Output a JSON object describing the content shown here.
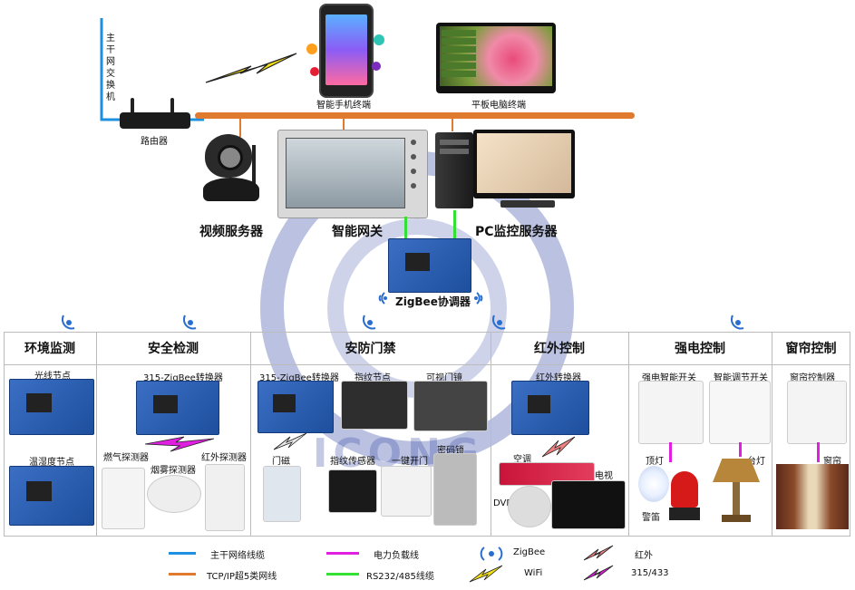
{
  "top": {
    "switch_label": "主干网交换机",
    "router": "路由器",
    "phone": "智能手机终端",
    "tablet": "平板电脑终端",
    "video_server": "视频服务器",
    "gateway": "智能网关",
    "pc_server": "PC监控服务器",
    "coordinator": "ZigBee协调器",
    "tablet_menu": [
      "",
      "",
      "",
      "",
      "",
      ""
    ]
  },
  "sections": [
    {
      "title": "环境监测"
    },
    {
      "title": "安全检测"
    },
    {
      "title": "安防门禁"
    },
    {
      "title": "红外控制"
    },
    {
      "title": "强电控制"
    },
    {
      "title": "窗帘控制"
    }
  ],
  "devices": {
    "light_node": "光线节点",
    "temp_node": "温湿度节点",
    "conv315_a": "315-ZigBee转换器",
    "gas": "燃气探测器",
    "smoke": "烟雾探测器",
    "ir_detector": "红外探测器",
    "conv315_b": "315-ZigBee转换器",
    "fingerprint_node": "指纹节点",
    "video_door": "可视门镜",
    "door_sensor": "门磁",
    "fingerprint_sensor": "指纹传感器",
    "one_key": "一键开门",
    "code_lock": "密码锁",
    "ir_converter": "红外转换器",
    "ac": "空调",
    "tv": "电视",
    "dvd": "DVD",
    "power_switch": "强电智能开关",
    "dimmer": "智能调节开关",
    "ceiling_light": "顶灯",
    "siren": "警笛",
    "table_lamp": "台灯",
    "curtain_ctrl": "窗帘控制器",
    "curtain": "窗帘"
  },
  "legend": [
    {
      "label": "主干网络线缆",
      "color": "#1e90e0",
      "kind": "line"
    },
    {
      "label": "TCP/IP超5类网线",
      "color": "#e07a2e",
      "kind": "line"
    },
    {
      "label": "电力负载线",
      "color": "#e020e0",
      "kind": "line"
    },
    {
      "label": "RS232/485线缆",
      "color": "#33e033",
      "kind": "line"
    },
    {
      "label": "ZigBee",
      "color": "#2a6fd0",
      "kind": "zigbee"
    },
    {
      "label": "WiFi",
      "color": "#f2e012",
      "kind": "bolt"
    },
    {
      "label": "红外",
      "color": "#f08080",
      "kind": "bolt"
    },
    {
      "label": "315/433",
      "color": "#e020e0",
      "kind": "bolt"
    }
  ],
  "watermark": {
    "text": "ICONG",
    "color": "#2b3f9a",
    "mark": "R"
  }
}
